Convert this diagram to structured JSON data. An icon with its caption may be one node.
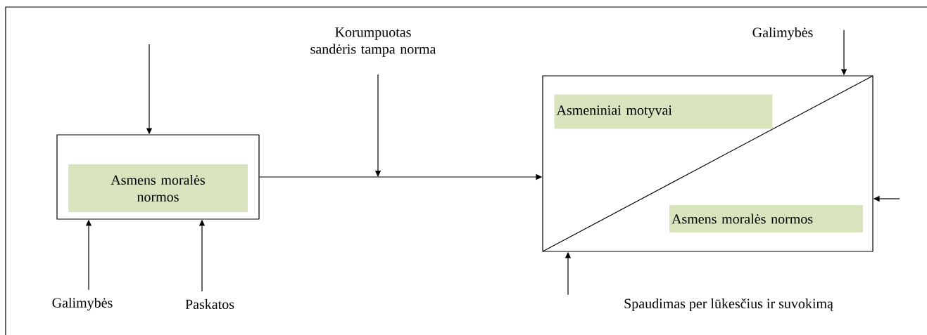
{
  "diagram": {
    "nodes": [
      {
        "text": [],
        "shape": "box"
      },
      {
        "text": [
          "Asmens moralės normos"
        ],
        "in": 0
      },
      {
        "text": [],
        "shape": "box"
      },
      {
        "text": [
          "Asmeniniai motyvai"
        ],
        "in": 2
      },
      {
        "text": [
          "Asmens moralės normos"
        ],
        "in": 2
      },
      {
        "text": [
          "Galimybės"
        ]
      },
      {
        "text": [
          "Paskatos"
        ]
      },
      {
        "text": [
          "Korumpuotas sandėris tampa norma"
        ]
      },
      {
        "text": [
          "Galimybės"
        ]
      },
      {
        "text": [
          "Spaudimas per lūkesčius ir suvokimą"
        ]
      }
    ],
    "edges": [
      {
        "from": null,
        "to": 0,
        "arrow": "to"
      },
      {
        "from": 5,
        "to": 0,
        "arrow": "to"
      },
      {
        "from": 6,
        "to": 0,
        "arrow": "to"
      },
      {
        "from": 0,
        "to": 2,
        "arrow": "to"
      },
      {
        "from": 7,
        "to": null,
        "arrow": "to"
      },
      {
        "from": 8,
        "to": 2,
        "arrow": "to"
      },
      {
        "from": null,
        "to": 2,
        "arrow": "to"
      },
      {
        "from": 9,
        "to": 2,
        "arrow": "to"
      }
    ]
  }
}
